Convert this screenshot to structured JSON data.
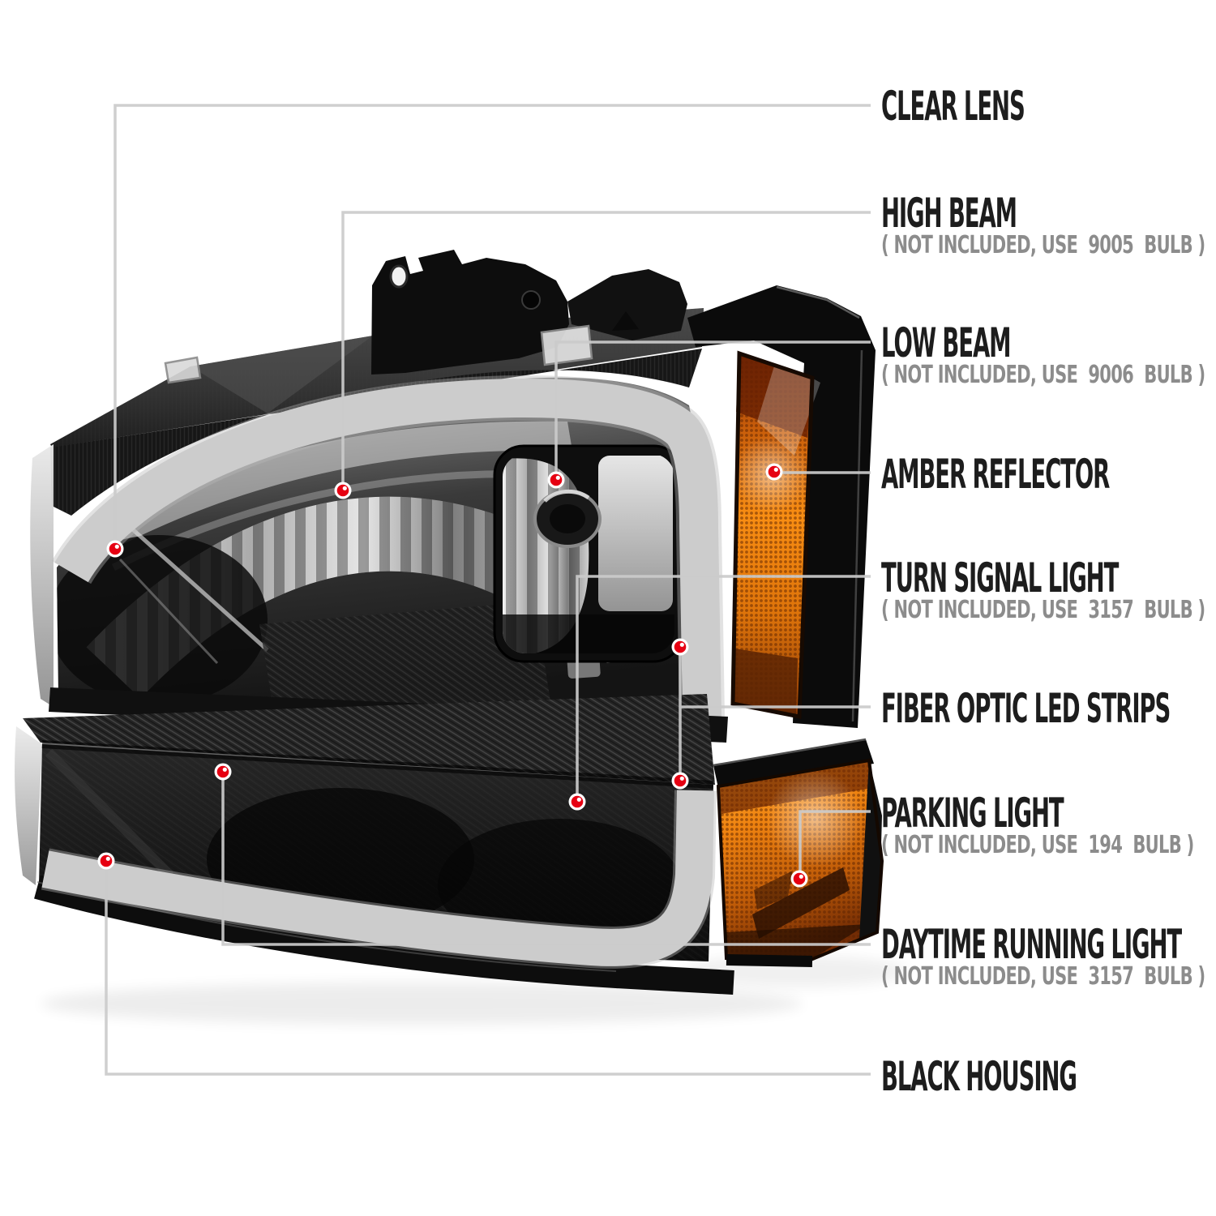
{
  "diagram": {
    "description_visible": "Annotated headlight and bumper light assembly with red dot markers and gray leader lines",
    "callouts": [
      {
        "label": "CLEAR LENS",
        "sub": ""
      },
      {
        "label": "HIGH BEAM",
        "sub": "( NOT INCLUDED, USE  9005  BULB )"
      },
      {
        "label": "LOW BEAM",
        "sub": "( NOT INCLUDED, USE  9006  BULB )"
      },
      {
        "label": "AMBER REFLECTOR",
        "sub": ""
      },
      {
        "label": "TURN SIGNAL LIGHT",
        "sub": "( NOT INCLUDED, USE  3157  BULB )"
      },
      {
        "label": "FIBER OPTIC LED STRIPS",
        "sub": ""
      },
      {
        "label": "PARKING LIGHT",
        "sub": "( NOT INCLUDED, USE  194  BULB )"
      },
      {
        "label": "DAYTIME RUNNING LIGHT",
        "sub": "( NOT INCLUDED, USE  3157  BULB )"
      },
      {
        "label": "BLACK HOUSING",
        "sub": ""
      }
    ],
    "colors": {
      "marker_red": "#e60012",
      "marker_ring": "#ffffff",
      "leader_line": "#cbcbcb",
      "title_text": "#1d1d1d",
      "subtitle_text": "#8c8c8c",
      "amber": "#ef8310",
      "led_strip": "#ececec",
      "housing_black": "#0d0d0d",
      "background": "#ffffff"
    }
  }
}
